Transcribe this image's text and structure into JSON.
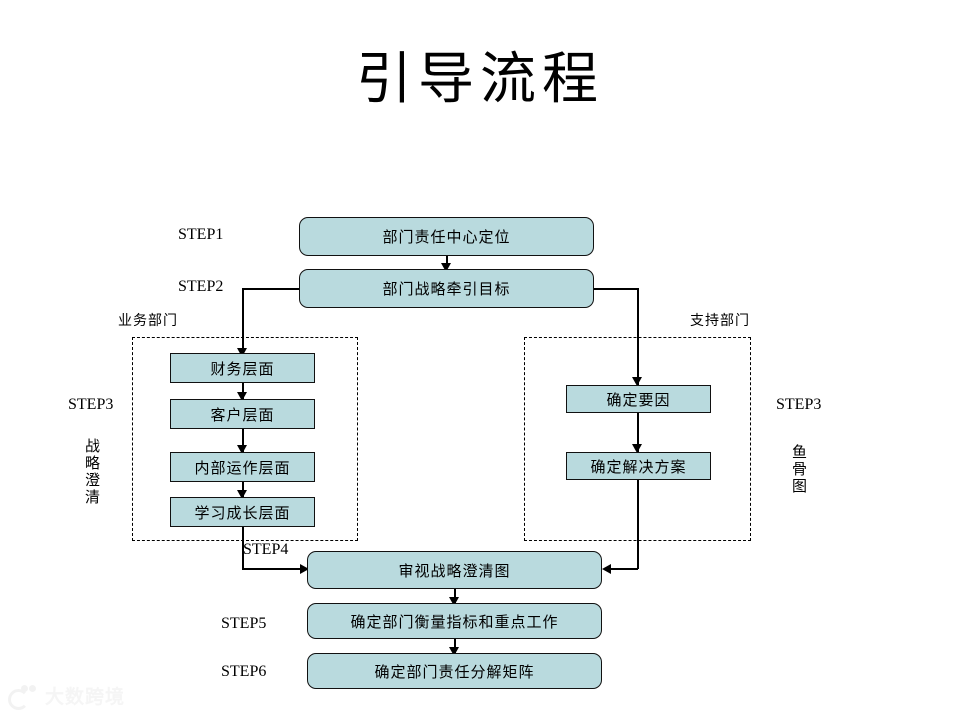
{
  "page": {
    "title": "引导流程",
    "background_color": "#ffffff",
    "box_fill_color": "#b9dade",
    "box_border_color": "#111111",
    "line_color": "#000000"
  },
  "steps": {
    "step1_label": "STEP1",
    "step2_label": "STEP2",
    "step3_left_label": "STEP3",
    "step3_right_label": "STEP3",
    "step4_label": "STEP4",
    "step5_label": "STEP5",
    "step6_label": "STEP6"
  },
  "groups": {
    "left": {
      "header": "业务部门",
      "side_label": "战略澄清"
    },
    "right": {
      "header": "支持部门",
      "side_label": "鱼骨图"
    }
  },
  "nodes": {
    "n1": "部门责任中心定位",
    "n2": "部门战略牵引目标",
    "left1": "财务层面",
    "left2": "客户层面",
    "left3": "内部运作层面",
    "left4": "学习成长层面",
    "right1": "确定要因",
    "right2": "确定解决方案",
    "n4": "审视战略澄清图",
    "n5": "确定部门衡量指标和重点工作",
    "n6": "确定部门责任分解矩阵"
  },
  "watermark": {
    "text": "大数跨境"
  }
}
